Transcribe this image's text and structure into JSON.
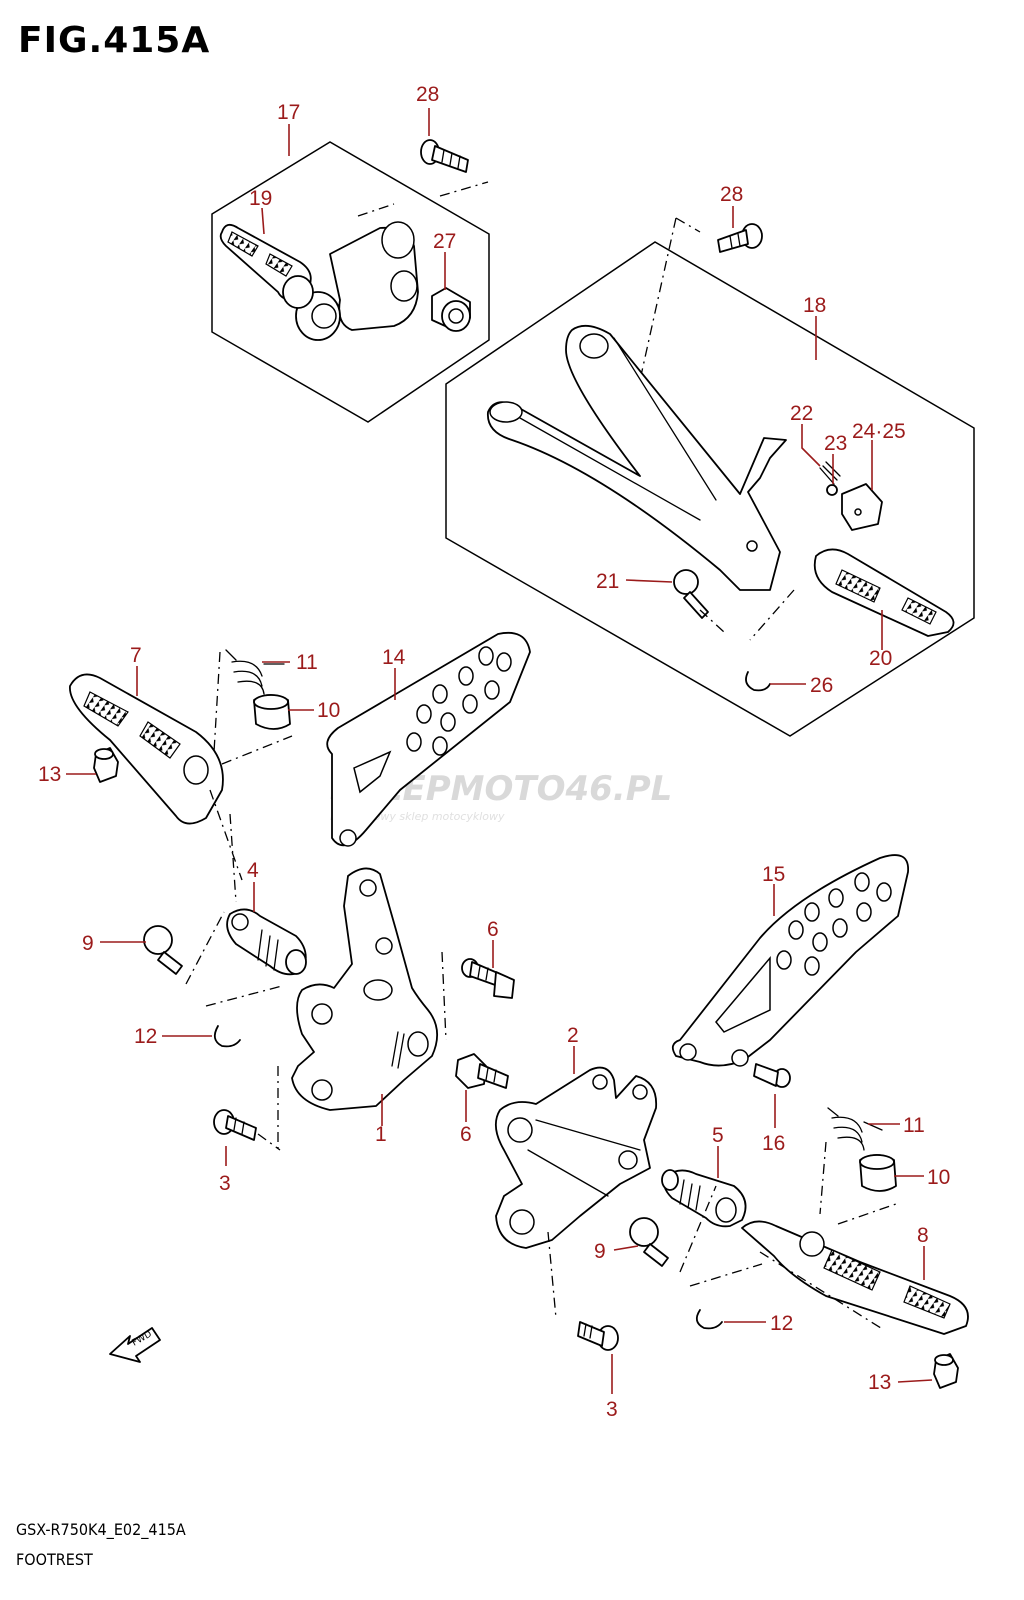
{
  "figure": {
    "title": "FIG.415A",
    "model_code": "GSX-R750K4_E02_415A",
    "section_name": "FOOTREST",
    "fwd_label": "FWD"
  },
  "watermark": {
    "brand": "SKLEPMOTO46.PL",
    "tagline": "internetowy sklep motocyklowy"
  },
  "callouts": [
    "28",
    "17",
    "19",
    "27",
    "28",
    "18",
    "22",
    "23",
    "24·25",
    "21",
    "20",
    "26",
    "7",
    "11",
    "10",
    "14",
    "13",
    "4",
    "9",
    "6",
    "12",
    "1",
    "3",
    "15",
    "6",
    "2",
    "16",
    "11",
    "5",
    "10",
    "9",
    "8",
    "12",
    "3",
    "13"
  ]
}
